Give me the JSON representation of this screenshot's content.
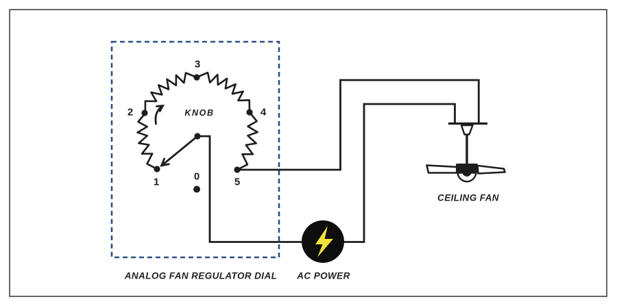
{
  "colors": {
    "ink": "#1d1d1d",
    "boundary_blue": "#2D5083",
    "bolt_yellow": "#F1E23B",
    "power_black": "#0e0e0e",
    "frame_gray": "#3d3d3d"
  },
  "regulator": {
    "caption": "ANALOG FAN REGULATOR DIAL",
    "knob_label": "KNOB",
    "positions": {
      "p0": "0",
      "p1": "1",
      "p2": "2",
      "p3": "3",
      "p4": "4",
      "p5": "5"
    }
  },
  "ac_power": {
    "caption": "AC POWER"
  },
  "ceiling_fan": {
    "caption": "CEILING FAN"
  }
}
